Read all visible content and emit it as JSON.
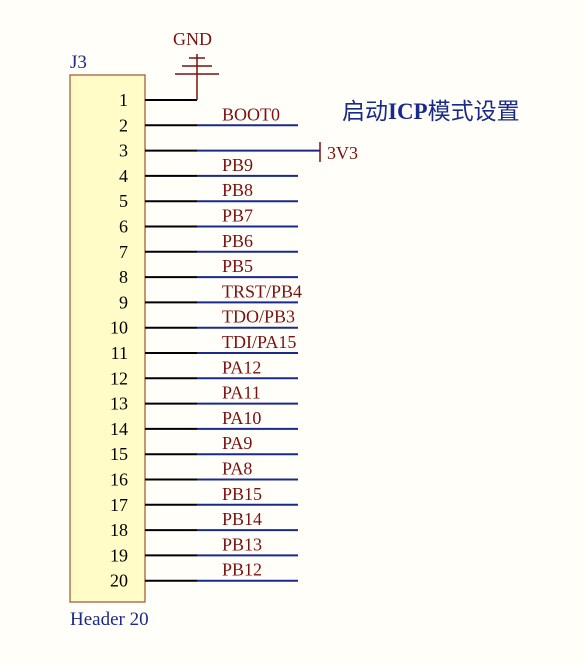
{
  "component": {
    "designator": "J3",
    "comment": "Header 20",
    "body_color": "#fffcc8",
    "body_border": "#a0522d"
  },
  "pins": [
    "1",
    "2",
    "3",
    "4",
    "5",
    "6",
    "7",
    "8",
    "9",
    "10",
    "11",
    "12",
    "13",
    "14",
    "15",
    "16",
    "17",
    "18",
    "19",
    "20"
  ],
  "nets": [
    {
      "pin": 1,
      "label": "GND"
    },
    {
      "pin": 2,
      "label": "BOOT0"
    },
    {
      "pin": 3,
      "label": "3V3"
    },
    {
      "pin": 4,
      "label": "PB9"
    },
    {
      "pin": 5,
      "label": "PB8"
    },
    {
      "pin": 6,
      "label": "PB7"
    },
    {
      "pin": 7,
      "label": "PB6"
    },
    {
      "pin": 8,
      "label": "PB5"
    },
    {
      "pin": 9,
      "label": "TRST/PB4"
    },
    {
      "pin": 10,
      "label": "TDO/PB3"
    },
    {
      "pin": 11,
      "label": "TDI/PA15"
    },
    {
      "pin": 12,
      "label": "PA12"
    },
    {
      "pin": 13,
      "label": "PA11"
    },
    {
      "pin": 14,
      "label": "PA10"
    },
    {
      "pin": 15,
      "label": "PA9"
    },
    {
      "pin": 16,
      "label": "PA8"
    },
    {
      "pin": 17,
      "label": "PB15"
    },
    {
      "pin": 18,
      "label": "PB14"
    },
    {
      "pin": 19,
      "label": "PB13"
    },
    {
      "pin": 20,
      "label": "PB12"
    }
  ],
  "power": {
    "gnd_label": "GND",
    "vcc_label": "3V3"
  },
  "annotation": {
    "prefix": "启动",
    "bold": "ICP",
    "suffix": "模式设置"
  },
  "colors": {
    "wire": "#1a2a8a",
    "pin_line": "#000000",
    "net_text": "#7a1010",
    "power_symbol": "#7a1010"
  }
}
